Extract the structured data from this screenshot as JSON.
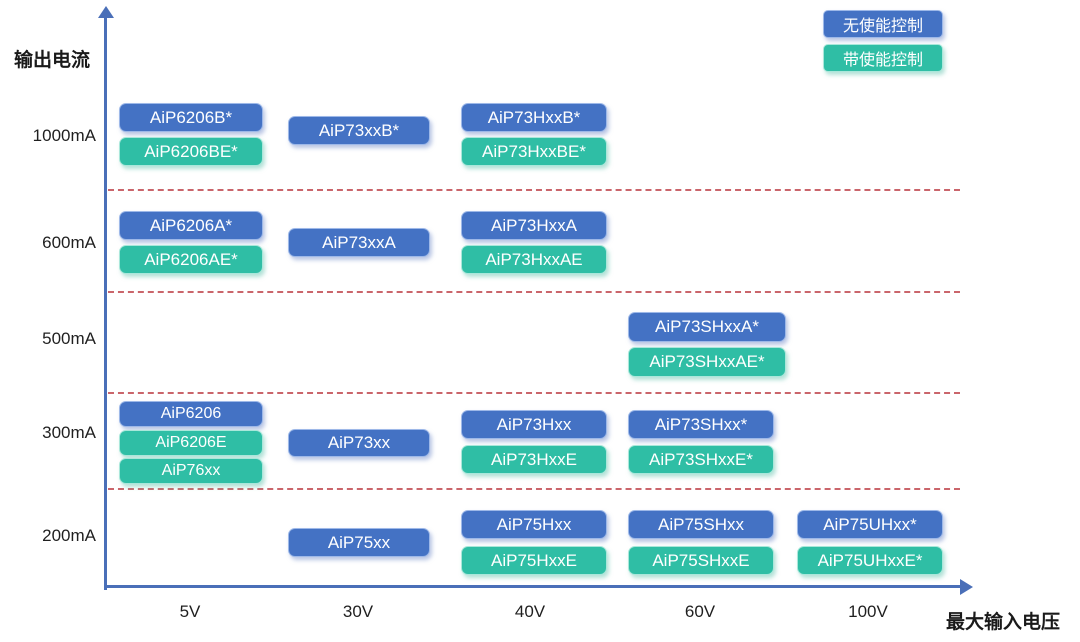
{
  "chart_data": {
    "type": "table",
    "title": "",
    "x_axis": {
      "label": "最大输入电压",
      "ticks": [
        "5V",
        "30V",
        "40V",
        "60V",
        "100V"
      ]
    },
    "y_axis": {
      "label": "输出电流",
      "ticks": [
        "1000mA",
        "600mA",
        "500mA",
        "300mA",
        "200mA"
      ]
    },
    "legend": [
      {
        "label": "无使能控制",
        "color": "#4472c4"
      },
      {
        "label": "带使能控制",
        "color": "#2fbea5"
      }
    ],
    "separator_style": {
      "color": "#c14b52",
      "type": "dashed"
    },
    "rows": [
      {
        "current": "1000mA",
        "entries": [
          {
            "voltage": "5V",
            "parts": [
              {
                "name": "AiP6206B*",
                "enable": false
              },
              {
                "name": "AiP6206BE*",
                "enable": true
              }
            ]
          },
          {
            "voltage": "30V",
            "parts": [
              {
                "name": "AiP73xxB*",
                "enable": false
              }
            ]
          },
          {
            "voltage": "40V",
            "parts": [
              {
                "name": "AiP73HxxB*",
                "enable": false
              },
              {
                "name": "AiP73HxxBE*",
                "enable": true
              }
            ]
          }
        ]
      },
      {
        "current": "600mA",
        "entries": [
          {
            "voltage": "5V",
            "parts": [
              {
                "name": "AiP6206A*",
                "enable": false
              },
              {
                "name": "AiP6206AE*",
                "enable": true
              }
            ]
          },
          {
            "voltage": "30V",
            "parts": [
              {
                "name": "AiP73xxA",
                "enable": false
              }
            ]
          },
          {
            "voltage": "40V",
            "parts": [
              {
                "name": "AiP73HxxA",
                "enable": false
              },
              {
                "name": "AiP73HxxAE",
                "enable": true
              }
            ]
          }
        ]
      },
      {
        "current": "500mA",
        "entries": [
          {
            "voltage": "60V",
            "parts": [
              {
                "name": "AiP73SHxxA*",
                "enable": false
              },
              {
                "name": "AiP73SHxxAE*",
                "enable": true
              }
            ]
          }
        ]
      },
      {
        "current": "300mA",
        "entries": [
          {
            "voltage": "5V",
            "parts": [
              {
                "name": "AiP6206",
                "enable": false
              },
              {
                "name": "AiP6206E",
                "enable": true
              },
              {
                "name": "AiP76xx",
                "enable": true
              }
            ]
          },
          {
            "voltage": "30V",
            "parts": [
              {
                "name": "AiP73xx",
                "enable": false
              }
            ]
          },
          {
            "voltage": "40V",
            "parts": [
              {
                "name": "AiP73Hxx",
                "enable": false
              },
              {
                "name": "AiP73HxxE",
                "enable": true
              }
            ]
          },
          {
            "voltage": "60V",
            "parts": [
              {
                "name": "AiP73SHxx*",
                "enable": false
              },
              {
                "name": "AiP73SHxxE*",
                "enable": true
              }
            ]
          }
        ]
      },
      {
        "current": "200mA",
        "entries": [
          {
            "voltage": "30V",
            "parts": [
              {
                "name": "AiP75xx",
                "enable": false
              }
            ]
          },
          {
            "voltage": "40V",
            "parts": [
              {
                "name": "AiP75Hxx",
                "enable": false
              },
              {
                "name": "AiP75HxxE",
                "enable": true
              }
            ]
          },
          {
            "voltage": "60V",
            "parts": [
              {
                "name": "AiP75SHxx",
                "enable": false
              },
              {
                "name": "AiP75SHxxE",
                "enable": true
              }
            ]
          },
          {
            "voltage": "100V",
            "parts": [
              {
                "name": "AiP75UHxx*",
                "enable": false
              },
              {
                "name": "AiP75UHxxE*",
                "enable": true
              }
            ]
          }
        ]
      }
    ]
  }
}
